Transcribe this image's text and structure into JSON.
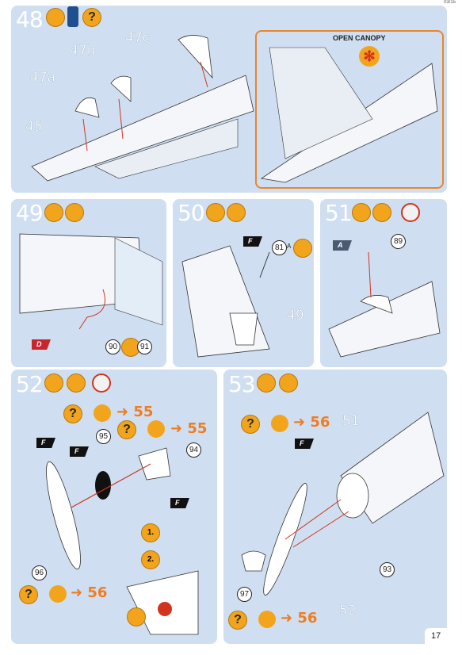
{
  "header": {
    "corner_code": "03/15"
  },
  "steps": [
    {
      "number": "48",
      "labels": {
        "part_47c": "47c",
        "part_47b": "47b",
        "part_47a": "47a",
        "part_45": "45"
      },
      "inset_title": "OPEN CANOPY",
      "inset_symbol": "✻"
    },
    {
      "number": "49",
      "tag": "D",
      "callouts": [
        "90",
        "91"
      ]
    },
    {
      "number": "50",
      "tag": "F",
      "callouts": [
        "81"
      ],
      "callout_suffix": "A",
      "label_49": "49"
    },
    {
      "number": "51",
      "tag": "A",
      "callouts": [
        "89"
      ]
    },
    {
      "number": "52",
      "refs": [
        {
          "target": "55"
        },
        {
          "target": "55"
        },
        {
          "target": "56"
        }
      ],
      "tags": [
        "F",
        "F",
        "F"
      ],
      "callouts": [
        "95",
        "94",
        "96"
      ],
      "sub_steps": [
        "1.",
        "2."
      ]
    },
    {
      "number": "53",
      "refs": [
        {
          "target": "56"
        },
        {
          "target": "56"
        }
      ],
      "tag": "F",
      "callouts": [
        "97",
        "93"
      ],
      "labels": {
        "part_51": "51",
        "part_52": "52"
      }
    }
  ],
  "footer": {
    "page_number": "17"
  },
  "icons": {
    "help": "?",
    "help_color": "#f2a51c",
    "accent": "#f07d22",
    "panel_bg": "#cfdff1"
  }
}
